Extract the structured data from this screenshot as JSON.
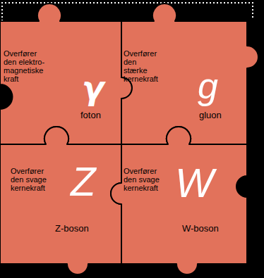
{
  "diagram": {
    "nodes": [
      {
        "text": [
          "Overfører den elektro-magnetiske kraft",
          "γ",
          "foton"
        ]
      },
      {
        "text": [
          "Overfører den stærke kernekraft",
          "g",
          "gluon"
        ]
      },
      {
        "text": [
          "Overfører den svage kernekraft",
          "Z",
          "Z-boson"
        ]
      },
      {
        "text": [
          "Overfører den svage kernekraft",
          "W",
          "W-boson"
        ]
      }
    ]
  }
}
